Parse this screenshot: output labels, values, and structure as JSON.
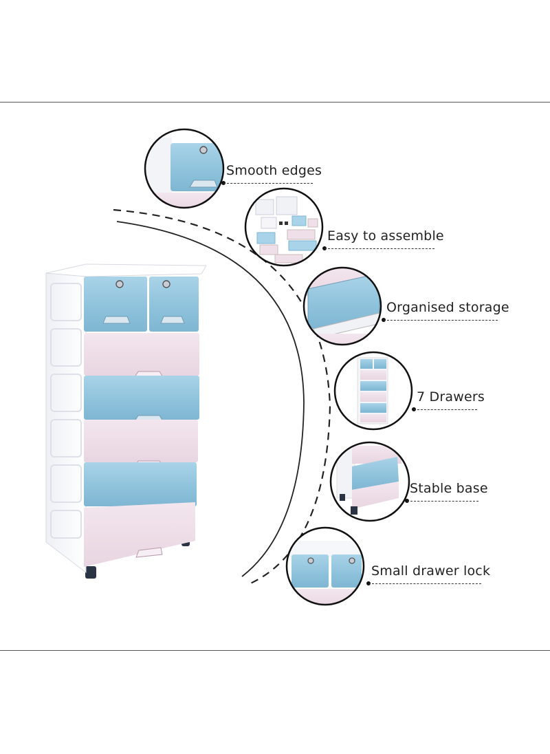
{
  "features": [
    {
      "id": "smooth-edges",
      "label": "Smooth edges",
      "icon": "drawer-edge-closeup-image"
    },
    {
      "id": "easy-to-assemble",
      "label": "Easy to assemble",
      "icon": "assembly-parts-image"
    },
    {
      "id": "organised-storage",
      "label": "Organised storage",
      "icon": "open-drawer-image"
    },
    {
      "id": "seven-drawers",
      "label": "7 Drawers",
      "icon": "full-cabinet-image"
    },
    {
      "id": "stable-base",
      "label": "Stable base",
      "icon": "cabinet-base-image"
    },
    {
      "id": "small-drawer-lock",
      "label": "Small drawer lock",
      "icon": "drawer-lock-image"
    }
  ],
  "colors": {
    "drawer_blue": "#8fc3dc",
    "drawer_pink": "#eedfe8",
    "cabinet_white": "#fbfbfd",
    "line": "#222222"
  }
}
